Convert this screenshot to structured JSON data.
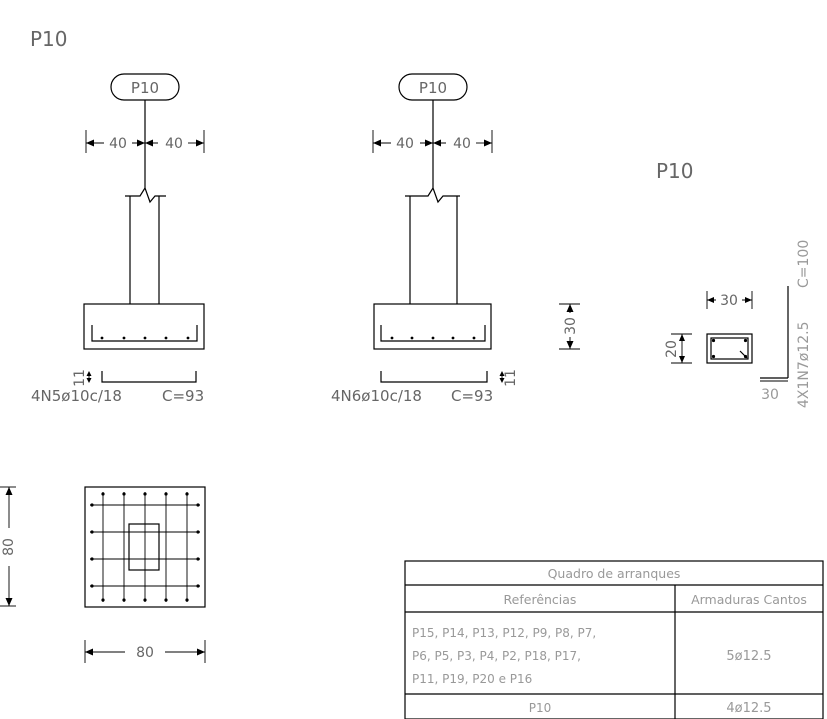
{
  "title_top": "P10",
  "title_right": "P10",
  "elevation_left": {
    "column_tag": "P10",
    "dim_left": "40",
    "dim_right": "40",
    "cover_dim": "11",
    "rebar_label": "4N5ø10c/18",
    "rebar_length": "C=93"
  },
  "elevation_middle": {
    "column_tag": "P10",
    "dim_left": "40",
    "dim_right": "40",
    "cover_dim": "11",
    "rebar_label": "4N6ø10c/18",
    "rebar_length": "C=93"
  },
  "height_dim": "30",
  "section_right": {
    "width_dim": "30",
    "height_dim": "20",
    "bar_horizontal": "30",
    "bar_label": "4X1N7ø12.5",
    "bar_length": "C=100"
  },
  "plan": {
    "side_dim": "80",
    "bottom_dim": "80"
  },
  "table": {
    "title": "Quadro de arranques",
    "headers": [
      "Referências",
      "Armaduras Cantos"
    ],
    "rows": [
      {
        "refs": [
          "P15, P14, P13, P12, P9, P8, P7,",
          "P6, P5, P3, P4, P2, P18, P17,",
          "P11, P19, P20 e P16"
        ],
        "armaduras": "5ø12.5"
      },
      {
        "refs": [
          "P10"
        ],
        "armaduras": "4ø12.5"
      }
    ]
  }
}
